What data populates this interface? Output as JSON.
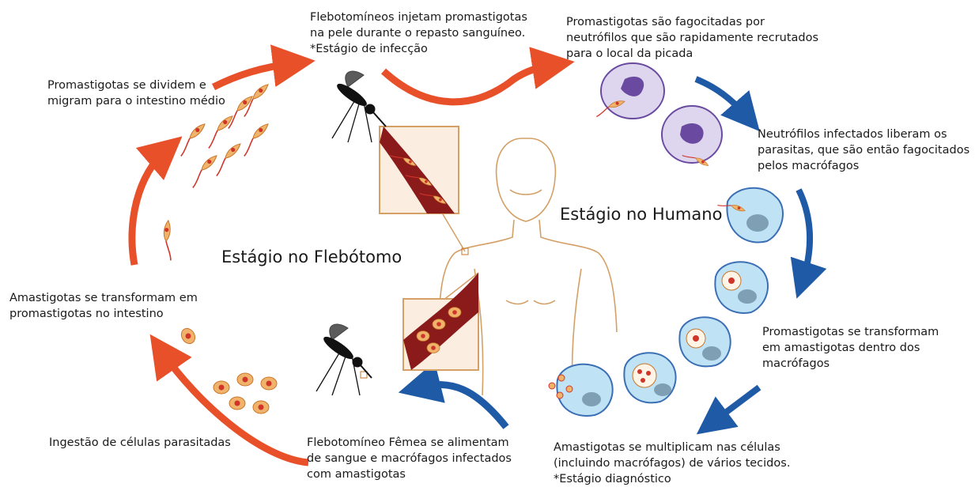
{
  "stages": {
    "sandfly": "Estágio no Flebótomo",
    "human": "Estágio no Humano"
  },
  "steps": {
    "s1": "Flebotomíneos injetam promastigotas\nna pele durante o repasto sanguíneo.\n*Estágio de infecção",
    "s2": "Promastigotas são fagocitadas por\nneutrófilos que são rapidamente recrutados\npara o local da picada",
    "s3": "Neutrófilos infectados liberam os\nparasitas, que são então fagocitados\npelos macrófagos",
    "s4": "Promastigotas se transformam\nem amastigotas dentro dos\nmacrófagos",
    "s5": "Amastigotas se multiplicam nas células\n(incluindo macrófagos) de vários tecidos.\n*Estágio diagnóstico",
    "s6": "Flebotomíneo Fêmea se alimentam\nde sangue e macrófagos infectados\ncom amastigotas",
    "s7": "Ingestão de células parasitadas",
    "s8": "Amastigotas se transformam em\npromastigotas no intestino",
    "s9": "Promastigotas se dividem e\nmigram para o intestino médio"
  },
  "colors": {
    "red_arrow": "#e8502a",
    "blue_arrow": "#1f5aa6",
    "cell_fill": "#bfe3f5",
    "cell_stroke": "#3b6fb5",
    "neutrophil_fill": "#ddd6ee",
    "neutrophil_nucleus": "#6a4aa0",
    "parasite_fill": "#f0b36b",
    "parasite_nucleus": "#d0352a",
    "blood": "#8b1a1a",
    "skin_outline": "#d4a066"
  }
}
